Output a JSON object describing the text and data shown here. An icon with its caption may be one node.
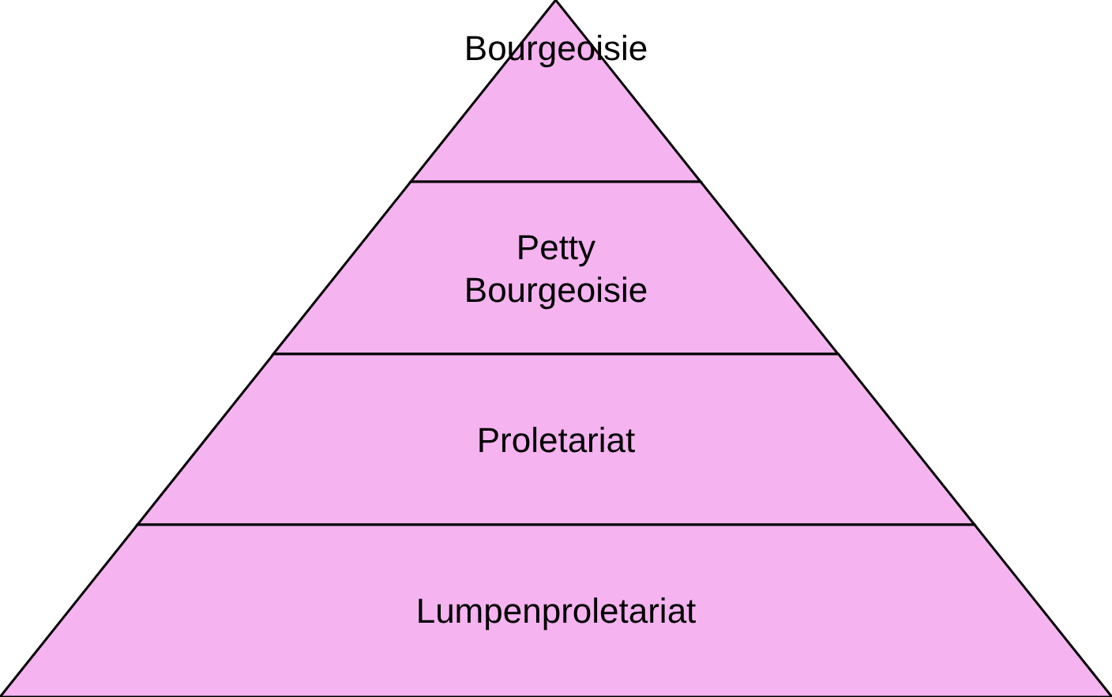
{
  "diagram": {
    "nodes": [
      {
        "text": [
          "Bourgeoisie"
        ]
      },
      {
        "text": [
          "Petty Bourgeoisie"
        ]
      },
      {
        "text": [
          "Proletariat"
        ]
      },
      {
        "text": [
          "Lumpenproletariat"
        ]
      }
    ]
  }
}
